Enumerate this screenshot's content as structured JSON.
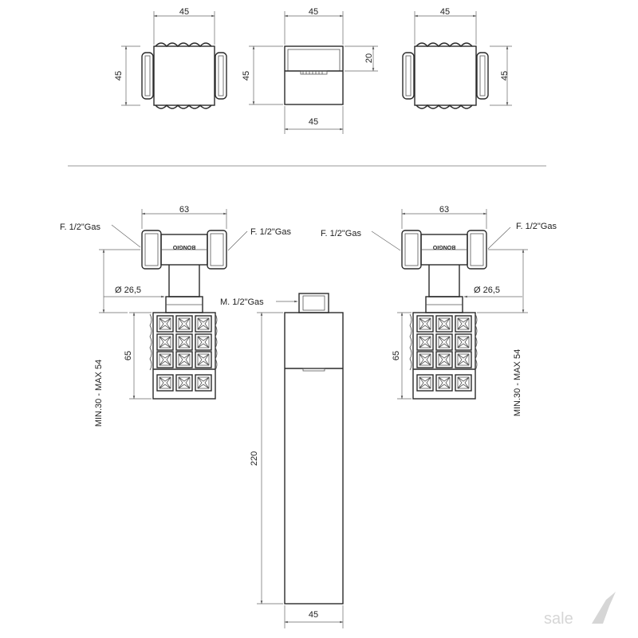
{
  "dims": {
    "top_left_width": "45",
    "top_left_height": "45",
    "top_center_width_top": "45",
    "top_center_depth": "20",
    "top_center_height": "45",
    "top_center_width_bottom": "45",
    "top_right_width": "45",
    "top_right_height": "45",
    "left_spout_width": "63",
    "left_diameter": "Ø 26,5",
    "left_body_height": "65",
    "left_range": "MIN.30 - MAX 54",
    "left_inlet_left": "F. 1/2\"Gas",
    "left_inlet_right": "F. 1/2\"Gas",
    "center_length": "220",
    "center_connection": "M. 1/2\"Gas",
    "center_width": "45",
    "right_spout_width": "63",
    "right_diameter": "Ø 26,5",
    "right_body_height": "65",
    "right_range": "MIN.30 - MAX 54",
    "right_inlet_left": "F. 1/2\"Gas",
    "right_inlet_right": "F. 1/2\"Gas"
  },
  "brand_mark": "BONGIO",
  "watermark": "sale"
}
